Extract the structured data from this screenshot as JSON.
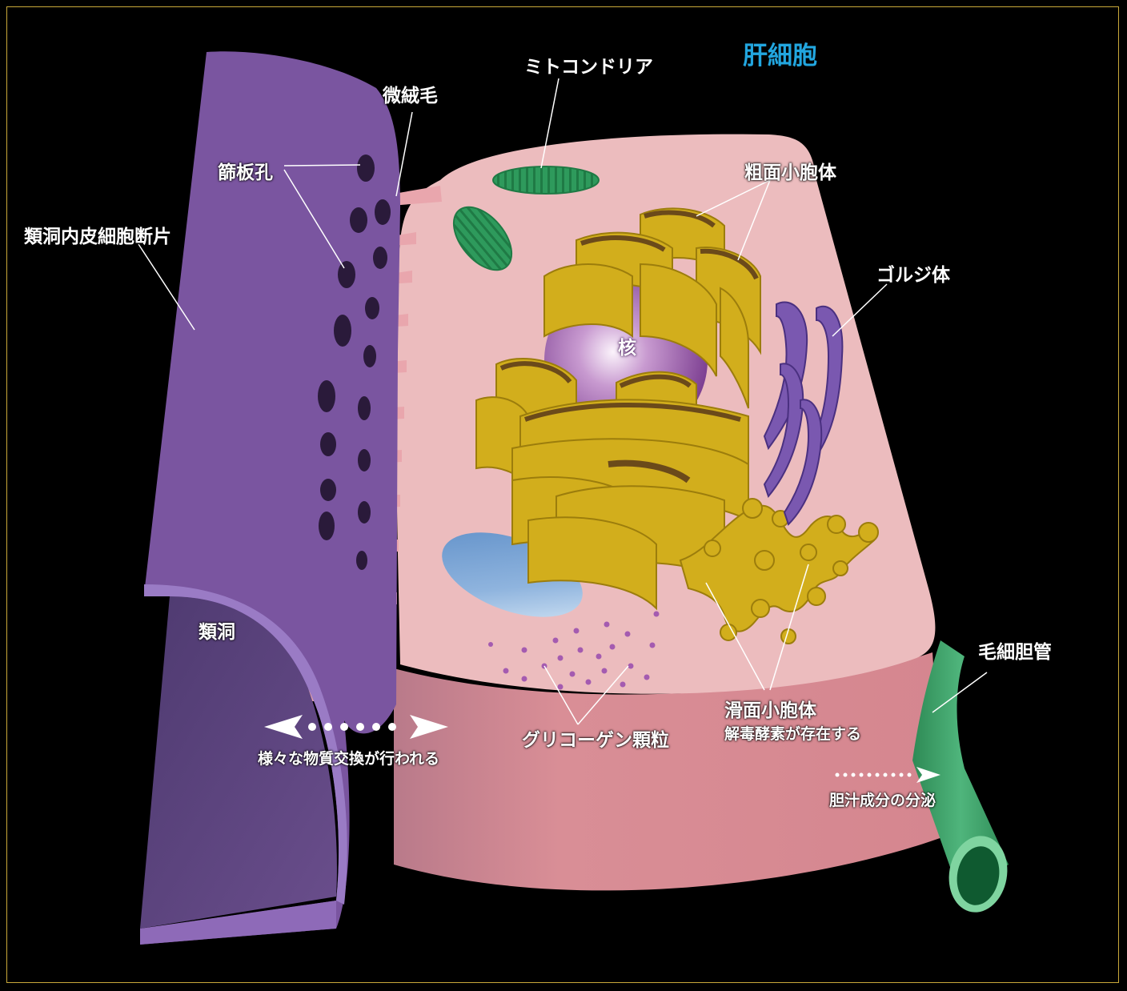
{
  "title": "肝細胞",
  "labels": {
    "mitochondria": "ミトコンドリア",
    "microvilli": "微絨毛",
    "fenestrae": "篩板孔",
    "sinusoid_endothelium": "類洞内皮細胞断片",
    "rough_er": "粗面小胞体",
    "golgi": "ゴルジ体",
    "nucleus": "核",
    "sinusoid": "類洞",
    "bile_canaliculus": "毛細胆管",
    "smooth_er": "滑面小胞体",
    "smooth_er_note": "解毒酵素が存在する",
    "glycogen": "グリコーゲン顆粒",
    "exchange": "様々な物質交換が行われる",
    "bile_secretion": "胆汁成分の分泌"
  },
  "colors": {
    "title": "#22a6df",
    "endothelium": "#7a55a0",
    "cell_top": "#ecbcbe",
    "cell_side": "#d98e96",
    "rough_er": "#d2ae1c",
    "golgi": "#7a58b0",
    "mitochondria": "#2e9a5c",
    "bile_duct": "#3f9a68",
    "frame": "#c9a93a"
  }
}
